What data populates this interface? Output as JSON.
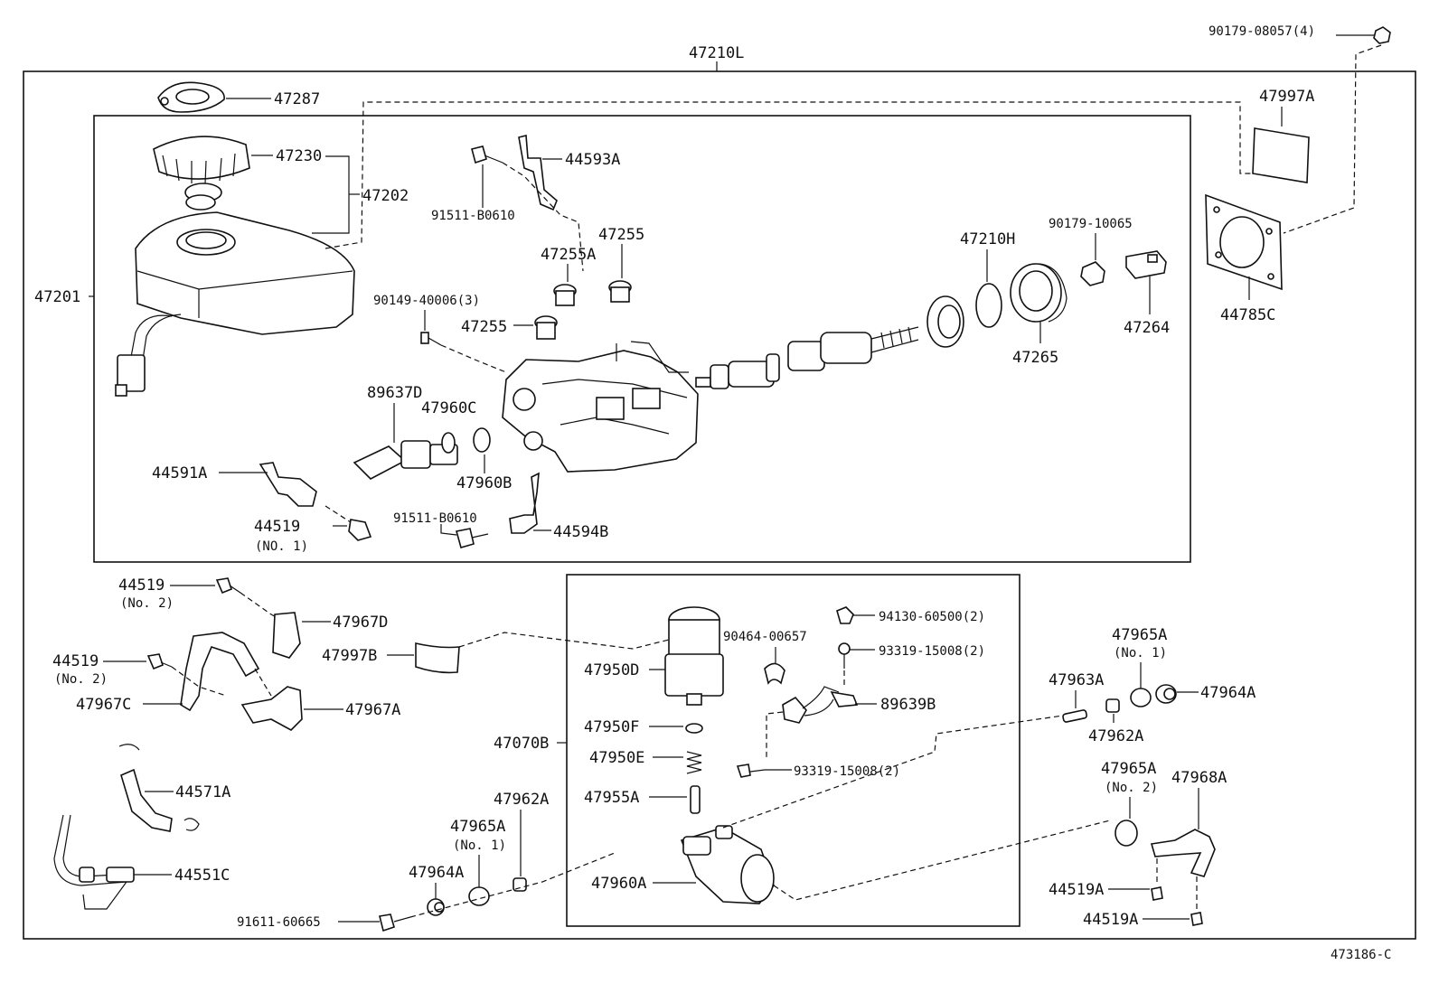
{
  "diagram_id": "473186-C",
  "assembly_label": "47210L",
  "labels": {
    "p47287": "47287",
    "p47230": "47230",
    "p47202": "47202",
    "p47201": "47201",
    "p44593A": "44593A",
    "p91511_top": "91511-B0610",
    "p47255_r": "47255",
    "p47255A": "47255A",
    "p47255_l": "47255",
    "p90149": "90149-40006(3)",
    "p89637D": "89637D",
    "p47960C": "47960C",
    "p47960B": "47960B",
    "p44591A": "44591A",
    "p44519_no1": "44519",
    "p44519_no1_sub": "(NO. 1)",
    "p91511_bot": "91511-B0610",
    "p44594B": "44594B",
    "p47210H": "47210H",
    "p90179_10065": "90179-10065",
    "p47265": "47265",
    "p47264": "47264",
    "p90179_08057": "90179-08057(4)",
    "p47997A": "47997A",
    "p44785C": "44785C",
    "p44519_no2a": "44519",
    "p44519_no2a_sub": "(No. 2)",
    "p47967D": "47967D",
    "p47997B": "47997B",
    "p44519_no2b": "44519",
    "p44519_no2b_sub": "(No. 2)",
    "p47967C": "47967C",
    "p47967A": "47967A",
    "p44571A": "44571A",
    "p44551C": "44551C",
    "p91611": "91611-60665",
    "p47964A_l": "47964A",
    "p47965A_l": "47965A",
    "p47965A_l_sub": "(No. 1)",
    "p47962A_l": "47962A",
    "p47070B": "47070B",
    "p47950D": "47950D",
    "p47950F": "47950F",
    "p47950E": "47950E",
    "p47955A": "47955A",
    "p47960A": "47960A",
    "p90464": "90464-00657",
    "p94130": "94130-60500(2)",
    "p93319_a": "93319-15008(2)",
    "p89639B": "89639B",
    "p93319_b": "93319-15008(2)",
    "p47965A_r1": "47965A",
    "p47965A_r1_sub": "(No. 1)",
    "p47963A": "47963A",
    "p47964A_r": "47964A",
    "p47962A_r": "47962A",
    "p47965A_r2": "47965A",
    "p47965A_r2_sub": "(No. 2)",
    "p47968A": "47968A",
    "p44519A_a": "44519A",
    "p44519A_b": "44519A"
  }
}
